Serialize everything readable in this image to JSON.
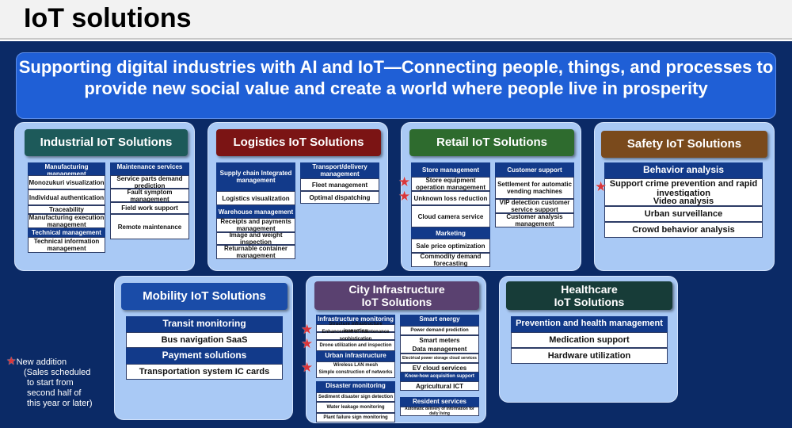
{
  "page_title": "IoT solutions",
  "banner_text": "Supporting digital industries with AI and IoT—Connecting people, things, and processes to provide new social value and create a world where people live in prosperity",
  "colors": {
    "background": "#0b2a66",
    "banner": "#1f5fd6",
    "panel": "#a9c9f5",
    "industrial": "#1d5a5a",
    "logistics": "#7b1414",
    "retail": "#2e6b2e",
    "safety": "#7a4a1c",
    "mobility": "#1a4ca8",
    "city": "#5a4170",
    "healthcare": "#173c38",
    "new_marker": "#d9353a"
  },
  "industrial": {
    "title": "Industrial IoT Solutions",
    "col1": {
      "cat": "Manufacturing management",
      "items": [
        "Monozukuri visualization",
        "Individual authentication",
        "Traceability",
        "Manufacturing execution management"
      ],
      "cat2": "Technical management",
      "items2": [
        "Technical information management"
      ]
    },
    "col2": {
      "cat": "Maintenance services",
      "items": [
        "Service parts demand prediction",
        "Fault symptom management",
        "Field work support",
        "Remote maintenance"
      ]
    }
  },
  "logistics": {
    "title": "Logistics IoT Solutions",
    "col1": {
      "cat": "Supply chain Integrated management",
      "items": [
        "Logistics visualization"
      ],
      "cat2": "Warehouse management",
      "items2": [
        "Receipts and payments management",
        "Image and weight inspection",
        "Returnable container management"
      ]
    },
    "col2": {
      "cat": "Transport/delivery management",
      "items": [
        "Fleet management",
        "Optimal dispatching"
      ]
    }
  },
  "retail": {
    "title": "Retail IoT Solutions",
    "col1": {
      "cat": "Store management",
      "items": [
        "Store equipment operation management",
        "Unknown loss reduction",
        "Cloud camera service"
      ],
      "cat2": "Marketing",
      "items2": [
        "Sale price optimization",
        "Commodity demand forecasting"
      ]
    },
    "col2": {
      "cat": "Customer support",
      "items": [
        "Settlement for automatic vending machines",
        "VIP detection customer service support",
        "Customer analysis management"
      ]
    }
  },
  "safety": {
    "title": "Safety IoT Solutions",
    "cat": "Behavior analysis",
    "items": [
      "Support crime prevention and rapid investigation",
      "Video analysis",
      "Urban surveillance",
      "Crowd behavior analysis"
    ]
  },
  "mobility": {
    "title": "Mobility IoT Solutions",
    "items": [
      "Transit monitoring",
      "Bus navigation SaaS",
      "Payment solutions",
      "Transportation system IC cards"
    ]
  },
  "city": {
    "title_line1": "City Infrastructure",
    "title_line2": "IoT Solutions",
    "infra": {
      "cat": "Infrastructure monitoring",
      "items": [
        "Structure infrastructure inspection",
        "Enhancement of maintenance sophistication",
        "Drone utilization and inspection"
      ]
    },
    "urban": {
      "cat": "Urban infrastructure",
      "items": [
        "Wireless LAN mesh",
        "Simple construction of networks"
      ]
    },
    "disaster": {
      "cat": "Disaster monitoring",
      "items": [
        "Sediment disaster sign detection",
        "Water leakage monitoring",
        "Plant failure sign monitoring"
      ]
    },
    "energy": {
      "cat": "Smart energy",
      "items": [
        "Power demand prediction",
        "Smart meters",
        "Data management",
        "Electrical power storage cloud services",
        "EV cloud services"
      ]
    },
    "knowhow": {
      "cat": "Know-how acquisition support",
      "items": [
        "Agricultural ICT"
      ]
    },
    "resident": {
      "cat": "Resident services",
      "items": [
        "Automatic delivery of information for daily living"
      ]
    }
  },
  "healthcare": {
    "title_line1": "Healthcare",
    "title_line2": "IoT Solutions",
    "cat": "Prevention and health management",
    "items": [
      "Medication support",
      "Hardware utilization"
    ]
  },
  "legend": {
    "line1": "New addition",
    "line2": "(Sales scheduled",
    "line3": "to start from",
    "line4": "second half of",
    "line5": "this year or later)"
  }
}
